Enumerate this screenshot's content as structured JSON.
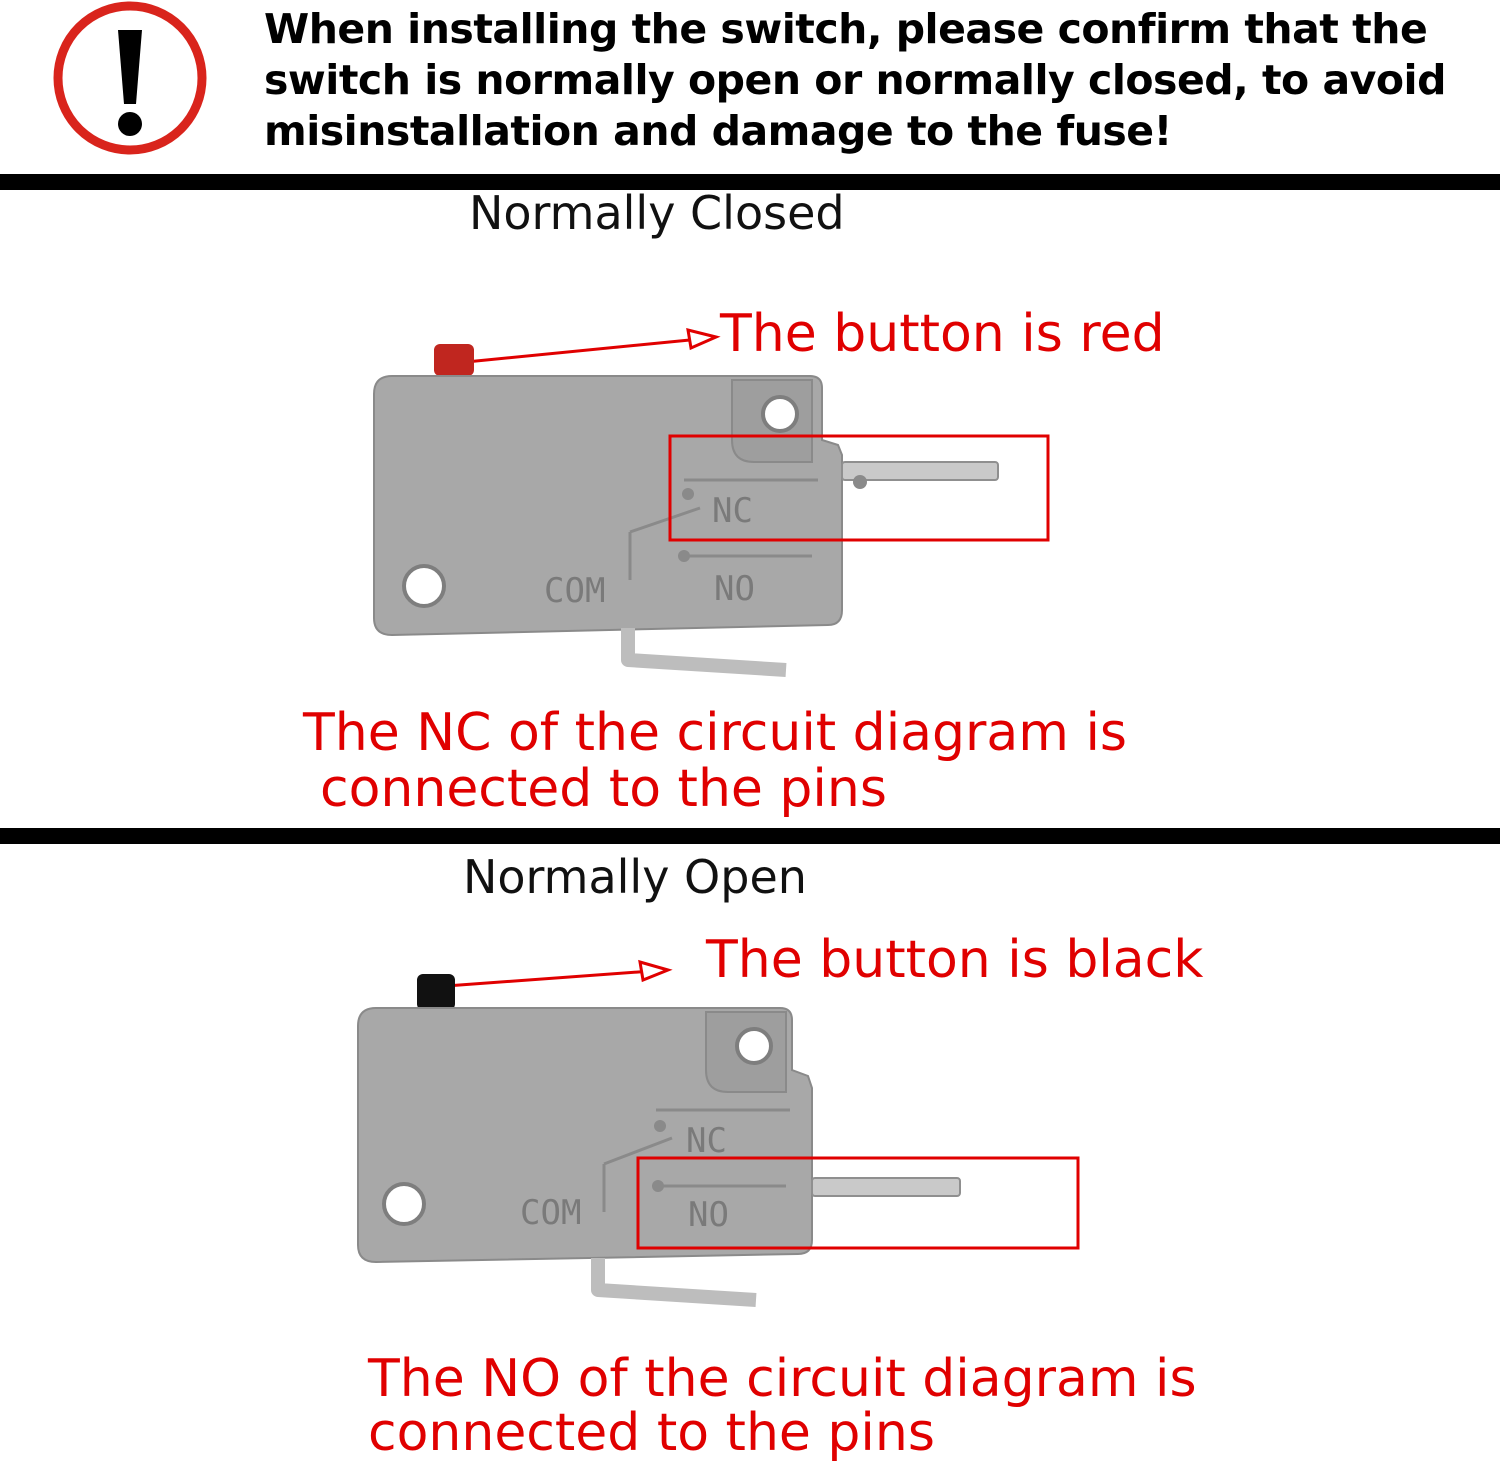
{
  "warning": {
    "icon": "exclamation-icon",
    "text": "When installing the switch, please confirm that the switch is normally open or normally closed, to avoid misinstallation and damage to the fuse!"
  },
  "sections": {
    "closed": {
      "heading": "Normally Closed",
      "callout": "The button is red",
      "note_line1": "The NC of the circuit diagram is",
      "note_line2": "connected to the pins",
      "button_color": "#c0261f"
    },
    "open": {
      "heading": "Normally Open",
      "callout": "The button is black",
      "note_line1": "The NO of the circuit diagram is",
      "note_line2": "connected to the pins",
      "button_color": "#111111"
    }
  },
  "switch_labels": {
    "com": "COM",
    "nc": "NC",
    "no": "NO"
  },
  "colors": {
    "accent_red": "#e00000",
    "body_gray": "#a8a8a8",
    "divider": "#000000"
  }
}
